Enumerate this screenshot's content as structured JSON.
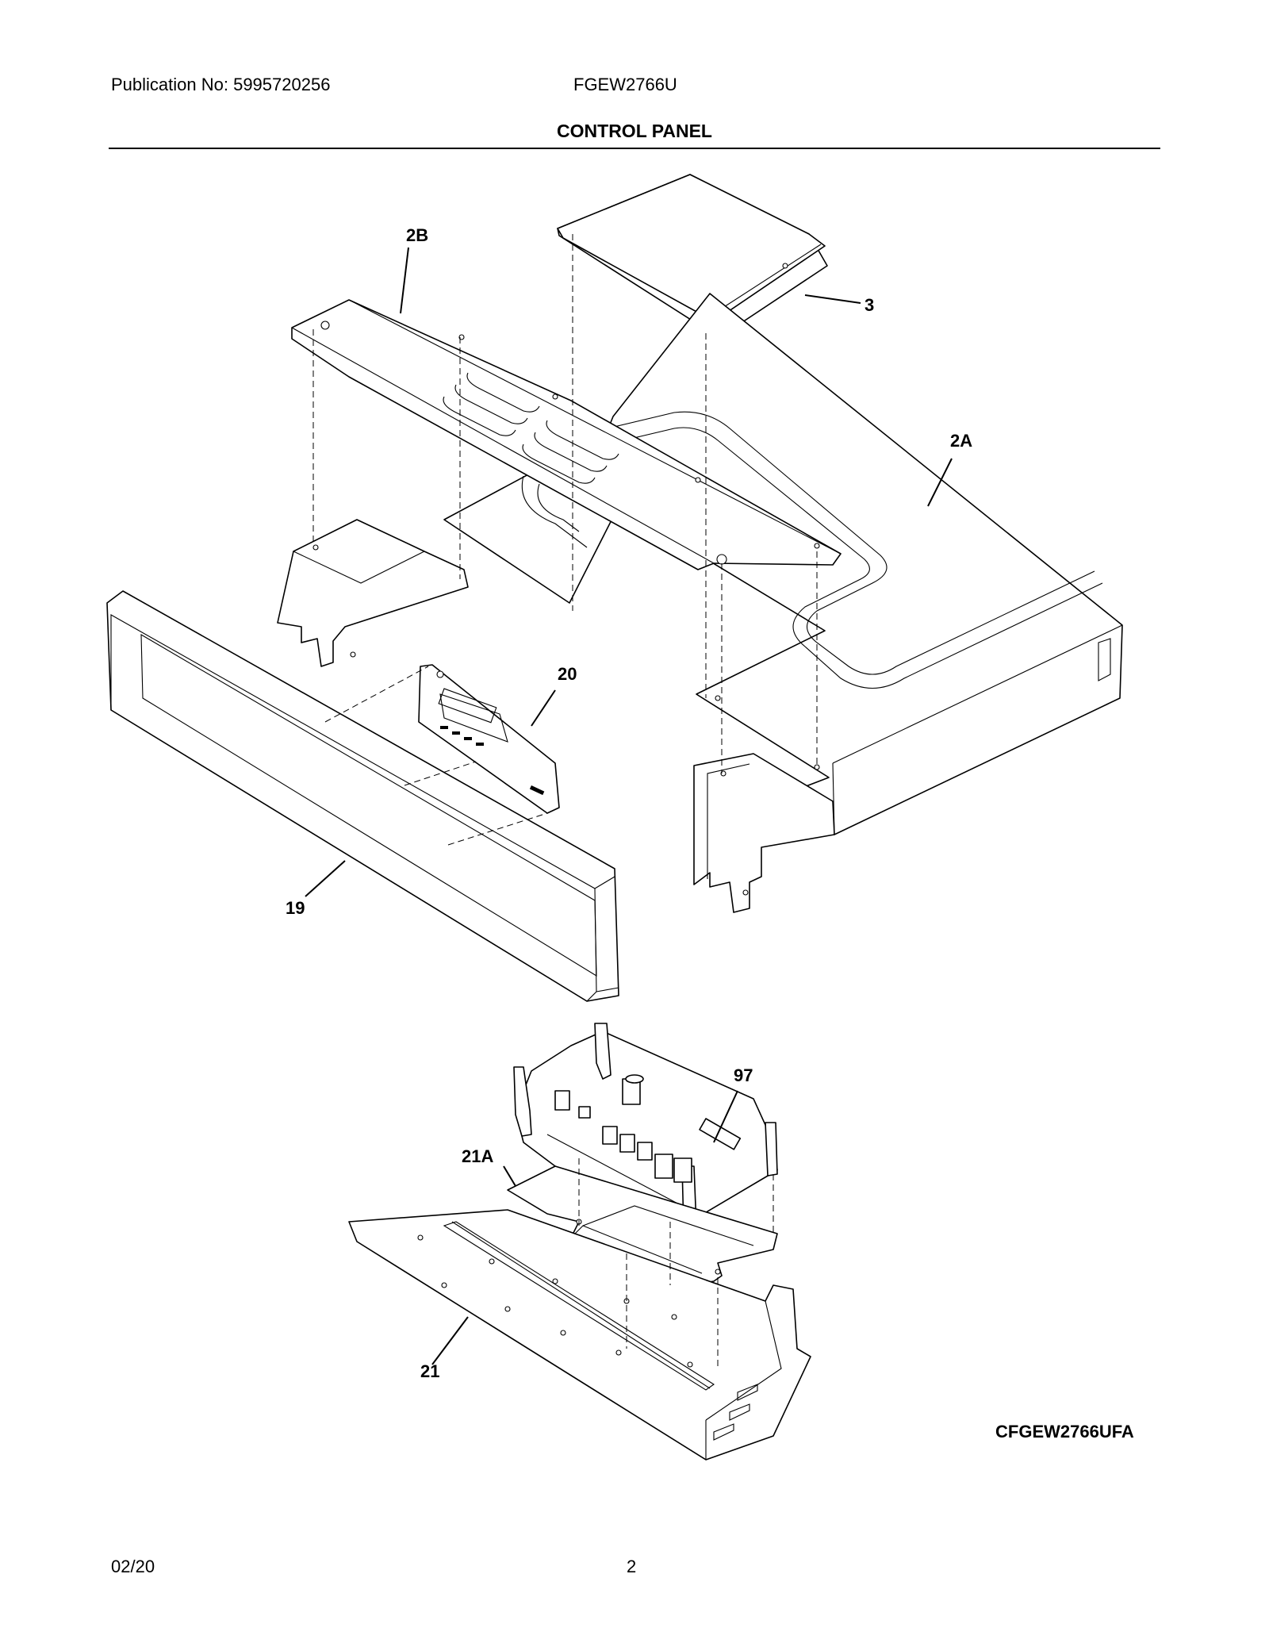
{
  "header": {
    "publication": "Publication No: 5995720256",
    "model": "FGEW2766U"
  },
  "section_title": "CONTROL PANEL",
  "callouts": {
    "c2b": "2B",
    "c3": "3",
    "c2a": "2A",
    "c20": "20",
    "c19": "19",
    "c97": "97",
    "c21a": "21A",
    "c21": "21"
  },
  "drawing_code": "CFGEW2766UFA",
  "footer": {
    "date": "02/20",
    "page": "2"
  }
}
